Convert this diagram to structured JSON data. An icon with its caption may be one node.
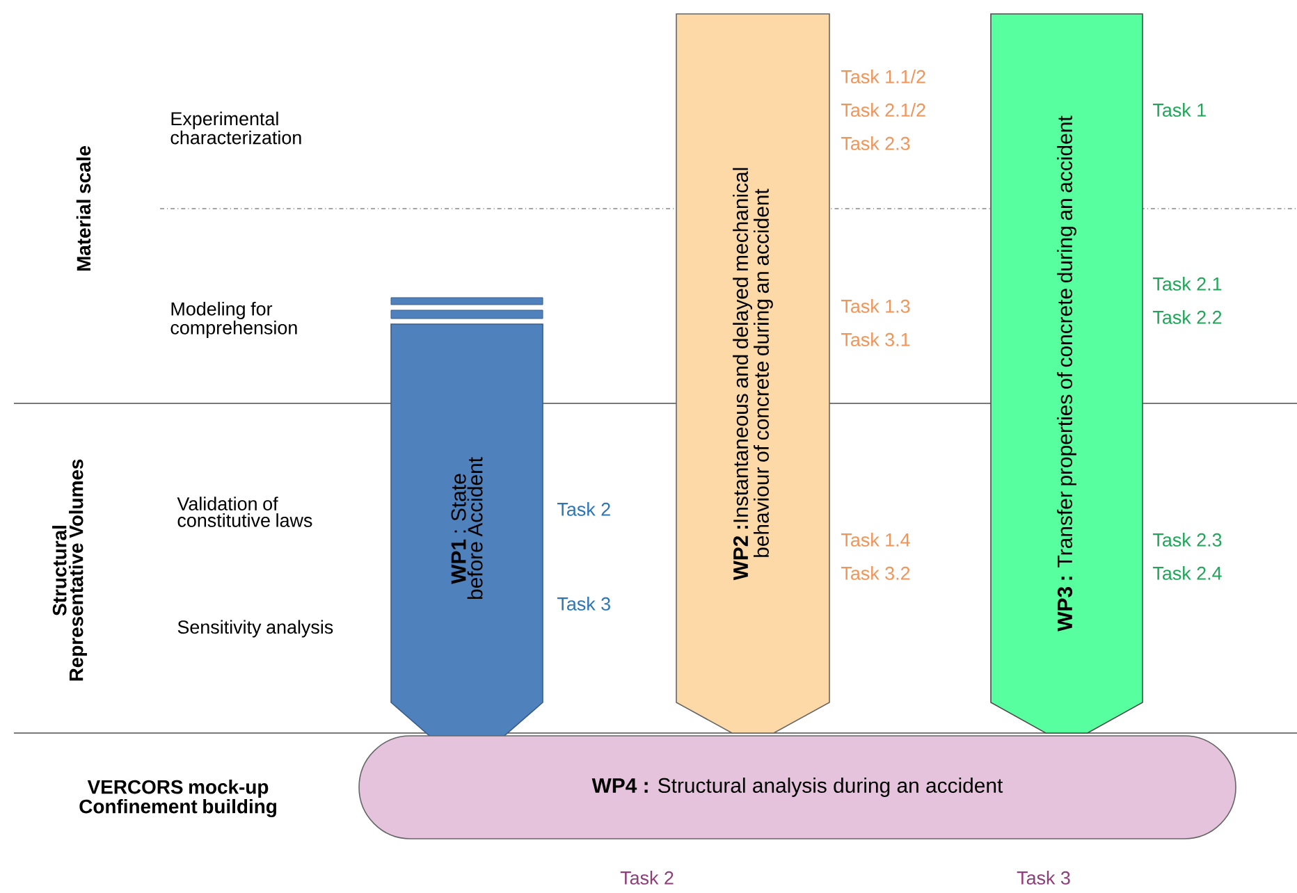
{
  "diagram": {
    "nodes": [
      {
        "text": [
          "**WP1** : State before Accident"
        ],
        "beside": [
          "Task 2",
          "Task 3"
        ]
      },
      {
        "text": [
          "**WP2 :**Instantaneous and delayed mechanical behaviour of concrete during an accident"
        ],
        "beside": [
          "Task 1.1/2",
          "Task 2.1/2",
          "Task 2.3",
          "Task 1.3",
          "Task 3.1",
          "Task 1.4",
          "Task 3.2"
        ]
      },
      {
        "text": [
          "**WP3 :** Transfer properties of concrete during an accident"
        ],
        "beside": [
          "Task 1",
          "Task 2.1",
          "Task 2.2",
          "Task 2.3",
          "Task 2.4"
        ]
      },
      {
        "text": [
          "**WP4 :** Structural analysis during an accident"
        ],
        "beside": [
          "Task 2",
          "Task 3"
        ]
      }
    ],
    "labels": [
      "Material scale",
      "Experimental characterization",
      "Modeling for comprehension",
      "Structural Representative Volumes",
      "Validation of constitutive laws",
      "Sensitivity analysis",
      "VERCORS mock-up Confinement building"
    ]
  }
}
